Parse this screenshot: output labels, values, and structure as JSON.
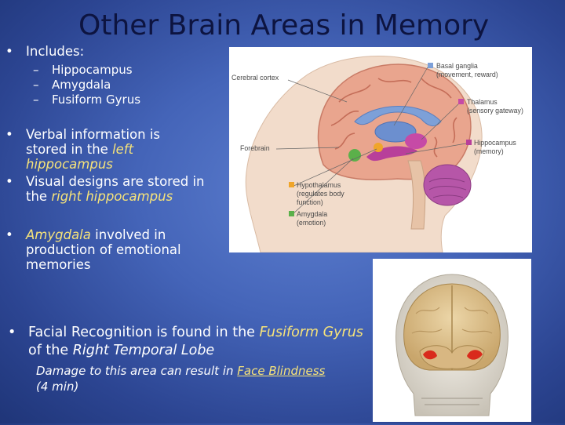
{
  "title": "Other Brain Areas in Memory",
  "bullets": {
    "includes": "Includes:",
    "sub_items": [
      "Hippocampus",
      "Amygdala",
      "Fusiform Gyrus"
    ],
    "verbal_1": "Verbal information is stored in the ",
    "verbal_2": "left hippocampus",
    "visual_1": "Visual designs are stored in the ",
    "visual_2": "right hippocampus",
    "amygdala_1": "Amygdala",
    "amygdala_2": " involved in production of emotional memories",
    "facial_1": "Facial Recognition is found in the ",
    "facial_2": "Fusiform Gyrus",
    "facial_3": " of the ",
    "facial_4": "Right Temporal Lobe",
    "damage_1": "Damage to this area can result in ",
    "damage_2": "Face Blindness",
    "damage_3": "(4 min)"
  },
  "diagram": {
    "labels": {
      "cerebral_cortex": "Cerebral cortex",
      "forebrain": "Forebrain",
      "basal_ganglia_1": "Basal ganglia",
      "basal_ganglia_2": "(movement, reward)",
      "thalamus_1": "Thalamus",
      "thalamus_2": "(sensory gateway)",
      "hippocampus_1": "Hippocampus",
      "hippocampus_2": "(memory)",
      "hypothalamus_1": "Hypothalamus",
      "hypothalamus_2": "(regulates body",
      "hypothalamus_3": "function)",
      "amygdala_1": "Amygdala",
      "amygdala_2": "(emotion)"
    },
    "colors": {
      "basal_ganglia": "#7da0d8",
      "thalamus": "#c64aa6",
      "hippocampus": "#b83f9a",
      "hypothalamus": "#f0a52a",
      "amygdala": "#5bb04a"
    }
  }
}
